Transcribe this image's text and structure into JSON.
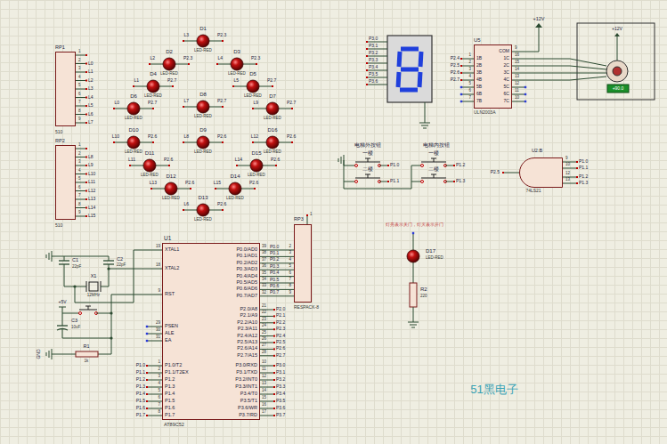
{
  "diagram": {
    "nodes": [
      {
        "text": [
          "RP1",
          "510"
        ]
      },
      {
        "text": [
          "RP2",
          "510"
        ]
      },
      {
        "text": [
          "U5",
          "ULN2003A",
          "COM",
          "1B",
          "2B",
          "3B",
          "4B",
          "5B",
          "6B",
          "7B",
          "1C",
          "2C",
          "3C",
          "4C",
          "5C",
          "6C",
          "7C"
        ]
      },
      {
        "text": [
          "U2:B",
          "74LS21"
        ]
      },
      {
        "text": [
          "U1",
          "AT89C52",
          "XTAL1",
          "XTAL2",
          "RST",
          "PSEN",
          "ALE",
          "EA",
          "P1.0/T2",
          "P1.1/T2EX",
          "P1.2",
          "P1.3",
          "P1.4",
          "P1.5",
          "P1.6",
          "P1.7",
          "P0.0/AD0",
          "P0.1/AD1",
          "P0.2/AD2",
          "P0.3/AD3",
          "P0.4/AD4",
          "P0.5/AD5",
          "P0.6/AD6",
          "P0.7/AD7",
          "P2.0/A8",
          "P2.1/A9",
          "P2.2/A10",
          "P2.3/A11",
          "P2.4/A12",
          "P2.5/A13",
          "P2.6/A14",
          "P2.7/A15",
          "P3.0/RXD",
          "P3.1/TXD",
          "P3.2/INT0",
          "P3.3/INT1",
          "P3.4/T0",
          "P3.5/T1",
          "P3.6/WR",
          "P3.7/RD"
        ]
      },
      {
        "text": [
          "RP3",
          "RESPACK-8"
        ]
      }
    ],
    "edges": [
      {
        "from": 4,
        "to": 5,
        "arrow": "none"
      }
    ],
    "labels": [
      "1",
      "2",
      "3",
      "4",
      "5",
      "6",
      "7",
      "8",
      "9",
      "L0",
      "L1",
      "L2",
      "L3",
      "L4",
      "L5",
      "L6",
      "L7",
      "1",
      "2",
      "3",
      "4",
      "5",
      "6",
      "7",
      "8",
      "9",
      "L8",
      "L9",
      "L10",
      "L11",
      "L12",
      "L13",
      "L14",
      "L15",
      "D1",
      "L3",
      "P2.3",
      "LED-RED",
      "D2",
      "L2",
      "P2.3",
      "LED-RED",
      "D3",
      "L4",
      "P2.3",
      "LED-RED",
      "D4",
      "L1",
      "P2.7",
      "LED-RED",
      "D5",
      "L5",
      "P2.7",
      "LED-RED",
      "D6",
      "L0",
      "P2.7",
      "LED-RED",
      "D8",
      "L7",
      "P2.7",
      "LED-RED",
      "D7",
      "L9",
      "P2.7",
      "LED-RED",
      "D10",
      "L10",
      "P2.6",
      "LED-RED",
      "D9",
      "L8",
      "P2.6",
      "LED-RED",
      "D16",
      "L12",
      "P2.6",
      "LED-RED",
      "D11",
      "L11",
      "P2.6",
      "LED-RED",
      "D15",
      "L14",
      "P2.6",
      "LED-RED",
      "D12",
      "L13",
      "P2.6",
      "LED-RED",
      "D14",
      "L15",
      "P2.6",
      "LED-RED",
      "D13",
      "L6",
      "P2.6",
      "LED-RED",
      "D17",
      "LED-RED",
      "R2",
      "220",
      "灯亮表示关门，灯灭表示开门",
      "P3.0",
      "P3.1",
      "P3.2",
      "P3.3",
      "P3.4",
      "P3.5",
      "P3.6",
      "1",
      "2",
      "3",
      "4",
      "5",
      "6",
      "7",
      "P2.4",
      "P2.5",
      "P2.6",
      "P2.7",
      "9",
      "16",
      "15",
      "14",
      "13",
      "12",
      "11",
      "10",
      "+12V",
      "+12V",
      "+90.0",
      "电梯外按钮",
      "电梯内按钮",
      "P1.0",
      "P1.1",
      "P1.2",
      "P1.3",
      "一楼",
      "二楼",
      "一楼",
      "二楼",
      "P2.5",
      "9",
      "10",
      "12",
      "13",
      "P1.0",
      "P1.1",
      "P1.2",
      "P1.3",
      "19",
      "18",
      "9",
      "29",
      "30",
      "31",
      "1",
      "2",
      "3",
      "4",
      "5",
      "6",
      "7",
      "8",
      "39",
      "38",
      "37",
      "36",
      "35",
      "34",
      "33",
      "32",
      "21",
      "22",
      "23",
      "24",
      "25",
      "26",
      "27",
      "28",
      "10",
      "11",
      "12",
      "13",
      "14",
      "15",
      "16",
      "17",
      "P1.0",
      "P1.1",
      "P1.2",
      "P1.3",
      "P1.4",
      "P1.5",
      "P1.6",
      "P1.7",
      "P0.0",
      "P0.1",
      "P0.2",
      "P0.3",
      "P0.4",
      "P0.5",
      "P0.6",
      "P0.7",
      "P2.0",
      "P2.1",
      "P2.2",
      "P2.3",
      "P2.4",
      "P2.5",
      "P2.6",
      "P2.7",
      "P3.0",
      "P3.1",
      "P3.2",
      "P3.3",
      "P3.4",
      "P3.5",
      "P3.6",
      "P3.7",
      "1",
      "2",
      "3",
      "4",
      "5",
      "6",
      "7",
      "8",
      "9",
      "C1",
      "22pF",
      "C2",
      "22pF",
      "X1",
      "12MHz",
      "C3",
      "10uF",
      "+5V",
      "R1",
      "1k",
      "GND",
      "51黑电子"
    ]
  }
}
